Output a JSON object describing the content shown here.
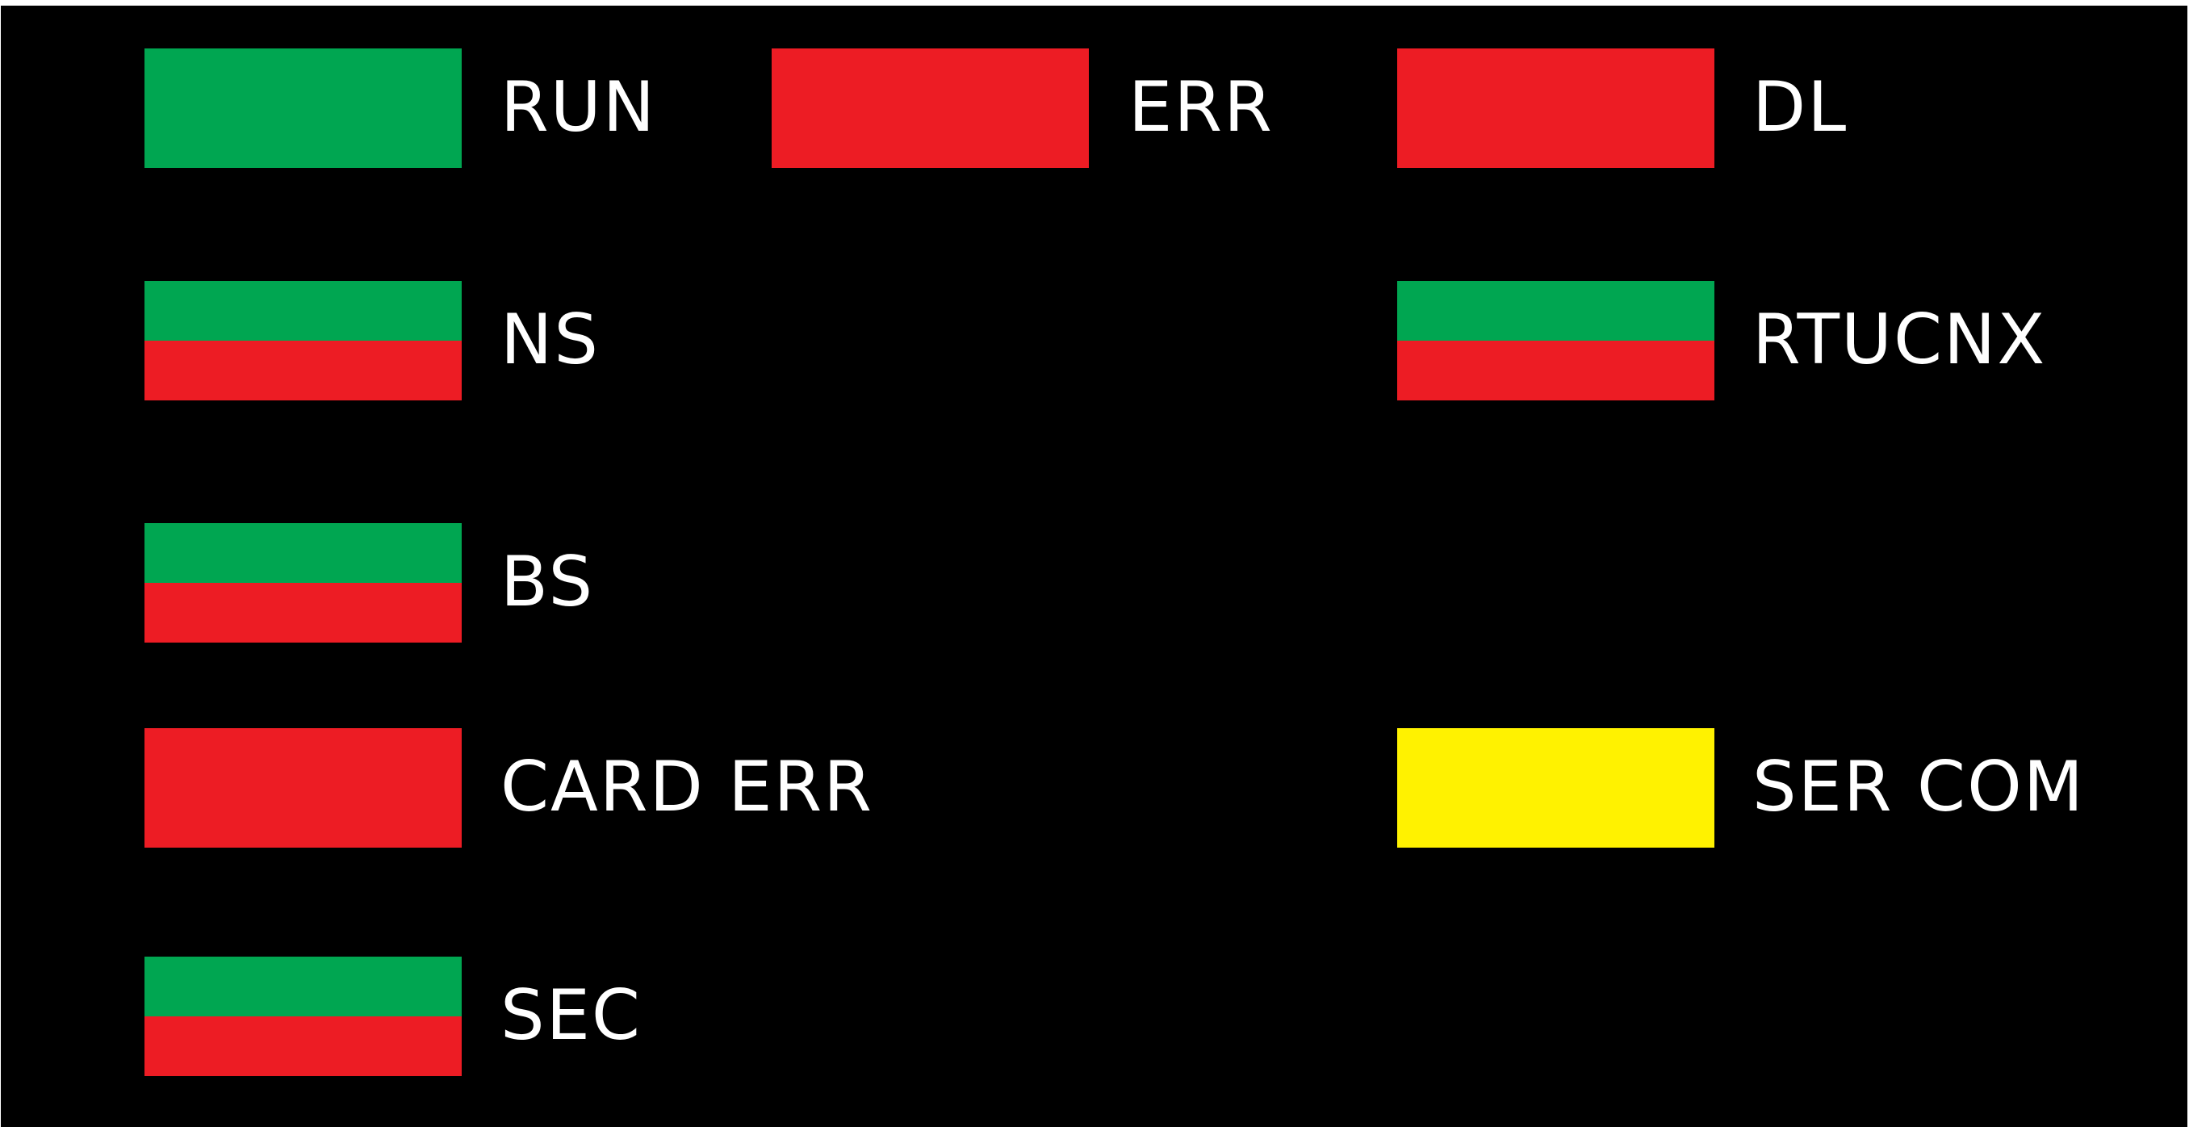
{
  "colors": {
    "green": "#00a651",
    "red": "#ed1c24",
    "yellow": "#fff200",
    "background": "#000000",
    "text": "#ffffff"
  },
  "indicators": [
    {
      "id": "run",
      "label": "RUN",
      "colors": [
        "green"
      ]
    },
    {
      "id": "err",
      "label": "ERR",
      "colors": [
        "red"
      ]
    },
    {
      "id": "dl",
      "label": "DL",
      "colors": [
        "red"
      ]
    },
    {
      "id": "ns",
      "label": "NS",
      "colors": [
        "green",
        "red"
      ]
    },
    {
      "id": "rtucnx",
      "label": "RTUCNX",
      "colors": [
        "green",
        "red"
      ]
    },
    {
      "id": "bs",
      "label": "BS",
      "colors": [
        "green",
        "red"
      ]
    },
    {
      "id": "card-err",
      "label": "CARD ERR",
      "colors": [
        "red"
      ]
    },
    {
      "id": "ser-com",
      "label": "SER COM",
      "colors": [
        "yellow"
      ]
    },
    {
      "id": "sec",
      "label": "SEC",
      "colors": [
        "green",
        "red"
      ]
    }
  ]
}
